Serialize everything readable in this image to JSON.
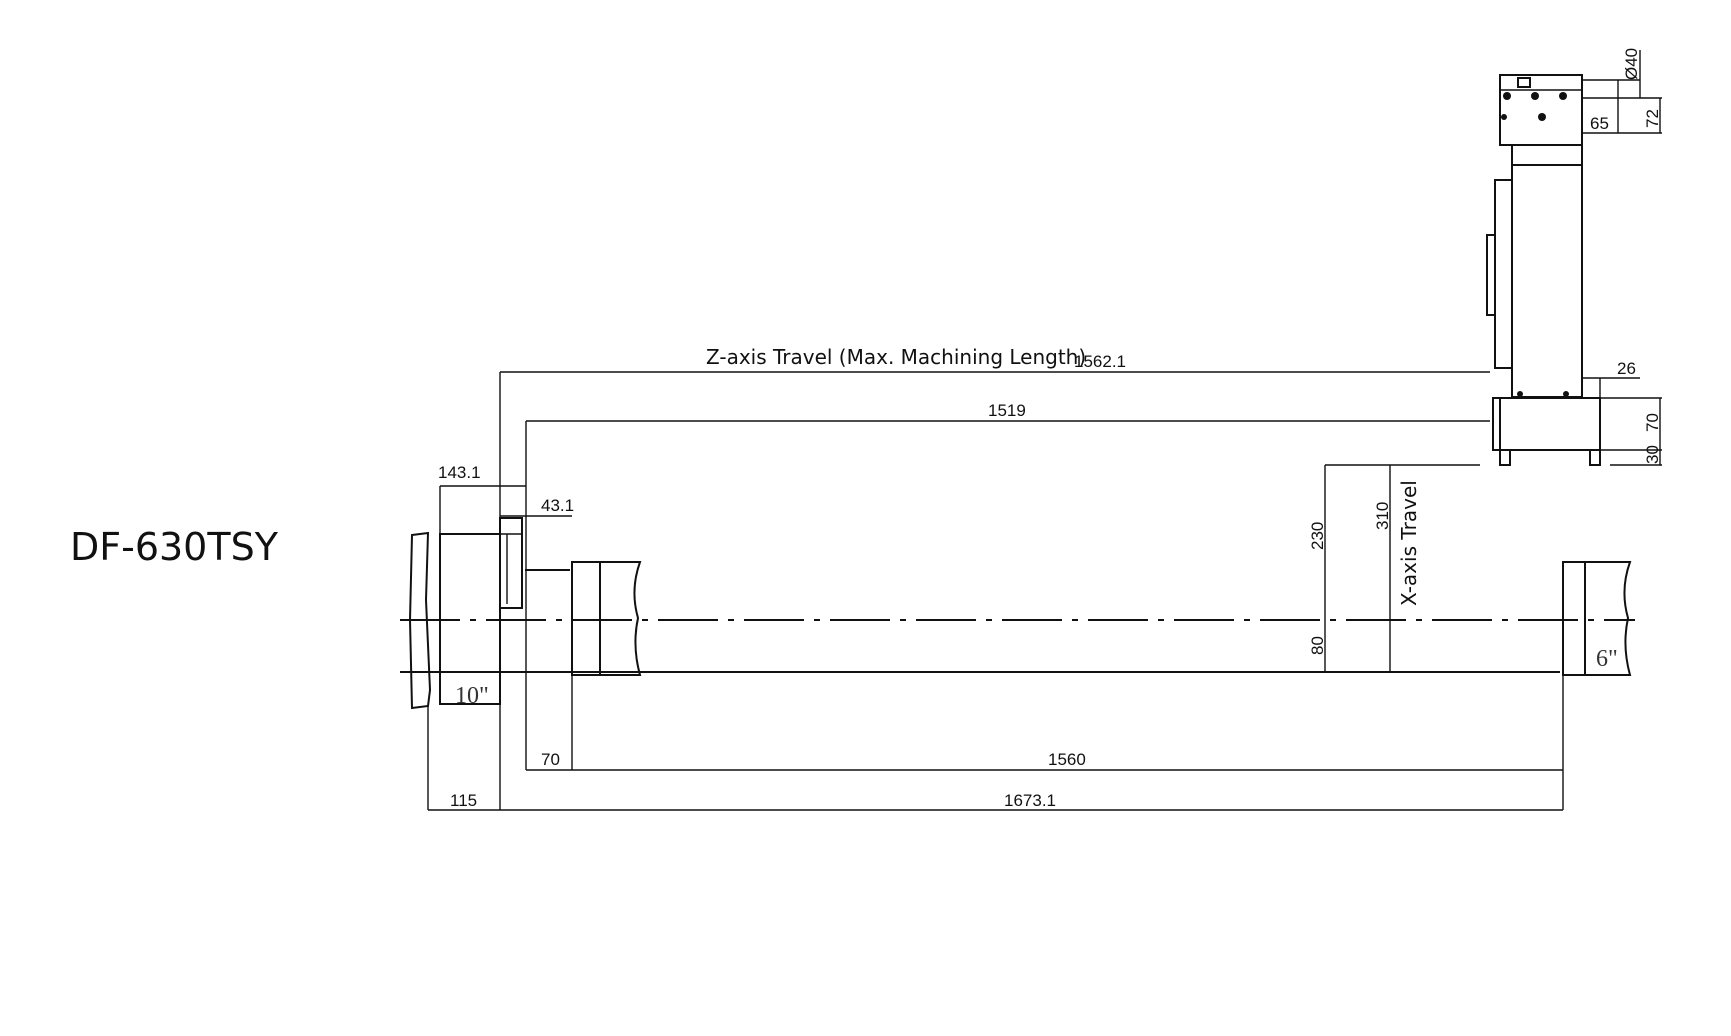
{
  "model": "DF-630TSY",
  "labels": {
    "z_axis_travel": "Z-axis Travel (Max. Machining Length)",
    "x_axis_travel": "X-axis Travel",
    "chuck_size": "10\"",
    "tailstock_size": "6\""
  },
  "dimensions": {
    "z_travel": "1562.1",
    "d1519": "1519",
    "d143_1": "143.1",
    "d43_1": "43.1",
    "d230": "230",
    "d310": "310",
    "d80": "80",
    "d70_bottom": "70",
    "d1560": "1560",
    "d115": "115",
    "d1673_1": "1673.1",
    "d26": "26",
    "d70_right": "70",
    "d30": "30",
    "d65": "65",
    "d72": "72",
    "d40": "Ø40"
  }
}
